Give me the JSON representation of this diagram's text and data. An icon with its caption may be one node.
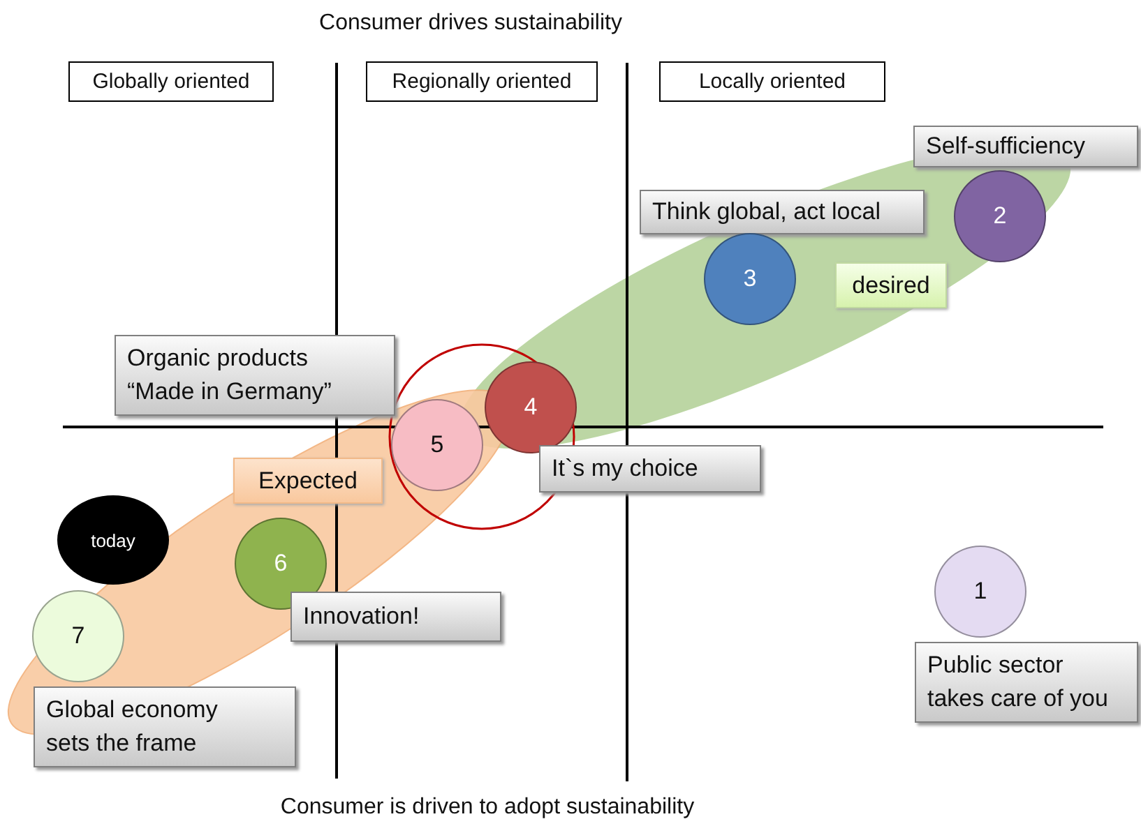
{
  "diagram": {
    "title": "Consumer drives sustainability",
    "caption": "Consumer is driven to adopt sustainability",
    "nodes": [
      {
        "text": [
          "Globally oriented"
        ]
      },
      {
        "text": [
          "Regionally oriented"
        ]
      },
      {
        "text": [
          "Locally oriented"
        ]
      },
      {
        "text": [
          "Self-sufficiency"
        ]
      },
      {
        "text": [
          "2"
        ]
      },
      {
        "text": [
          "Think global, act local"
        ]
      },
      {
        "text": [
          "3"
        ]
      },
      {
        "text": [
          "desired"
        ]
      },
      {
        "text": [
          "Organic products “Made in Germany”"
        ]
      },
      {
        "text": [
          "4"
        ]
      },
      {
        "text": [
          "5"
        ]
      },
      {
        "text": [
          "It`s my choice"
        ]
      },
      {
        "text": [
          "Expected"
        ]
      },
      {
        "text": [
          "today"
        ]
      },
      {
        "text": [
          "6"
        ]
      },
      {
        "text": [
          "1"
        ]
      },
      {
        "text": [
          "Innovation!"
        ]
      },
      {
        "text": [
          "7"
        ]
      },
      {
        "text": [
          "Public sector takes care of you"
        ]
      },
      {
        "text": [
          "Global economy sets the frame"
        ]
      }
    ]
  }
}
